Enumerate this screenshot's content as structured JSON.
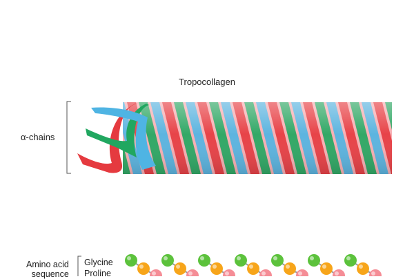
{
  "title": "Tropocollagen",
  "alpha_label": "α-chains",
  "amino_acid_label_line1": "Amino acid",
  "amino_acid_label_line2": "sequence",
  "residues": [
    "Glycine",
    "Proline"
  ],
  "colors": {
    "red_strand": "#e53a3f",
    "green_strand": "#21a760",
    "blue_strand": "#4fb4e3",
    "pink_tube": "#f29a9f",
    "glycine_ball": "#5cc23c",
    "proline_ball": "#f7a51a",
    "third_ball": "#f58d96"
  }
}
